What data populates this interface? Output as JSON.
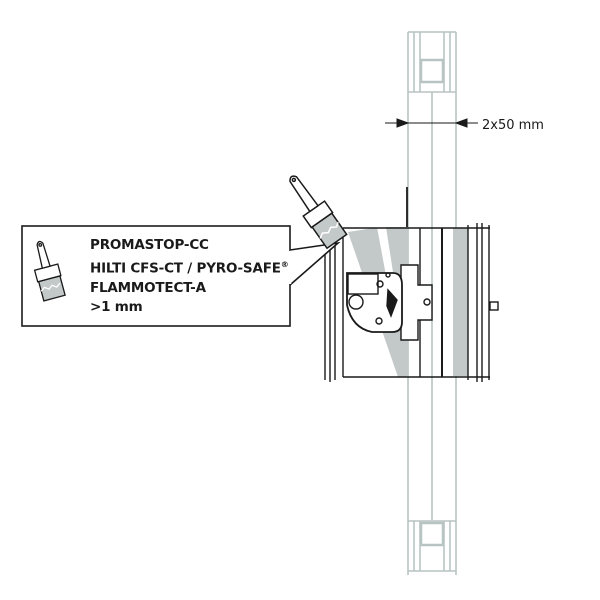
{
  "dimension": {
    "label": "2x50 mm"
  },
  "callout": {
    "lines": [
      "PROMASTOP-CC",
      "HILTI CFS-CT / PYRO-SAFE",
      "FLAMMOTECT-A",
      ">1 mm"
    ],
    "registered_mark": "®",
    "icon": "paint-brush-icon"
  },
  "colors": {
    "line": "#1a1a1a",
    "wall": "#b7c4c2",
    "fill_gray": "#c3c8c8"
  }
}
